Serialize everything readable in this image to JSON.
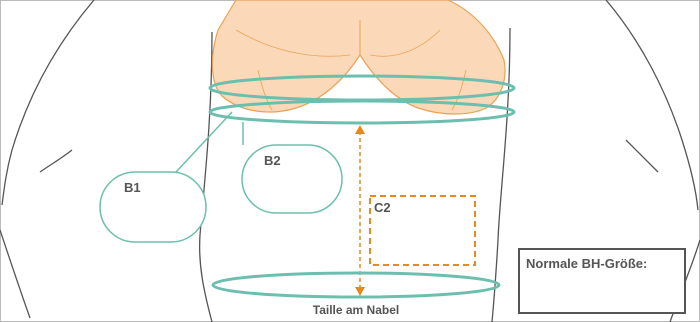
{
  "labels": {
    "b1": "B1",
    "b2": "B2",
    "c2": "C2",
    "waist": "Taille am Nabel",
    "bra_size_box": "Normale BH-Größe:"
  },
  "colors": {
    "outline": "#555555",
    "band_teal": "#6cbfae",
    "bra_fill": "#fbd9b8",
    "bra_stroke": "#e8a257",
    "measure_orange": "#e8891f",
    "frame": "#bbbbbb"
  }
}
